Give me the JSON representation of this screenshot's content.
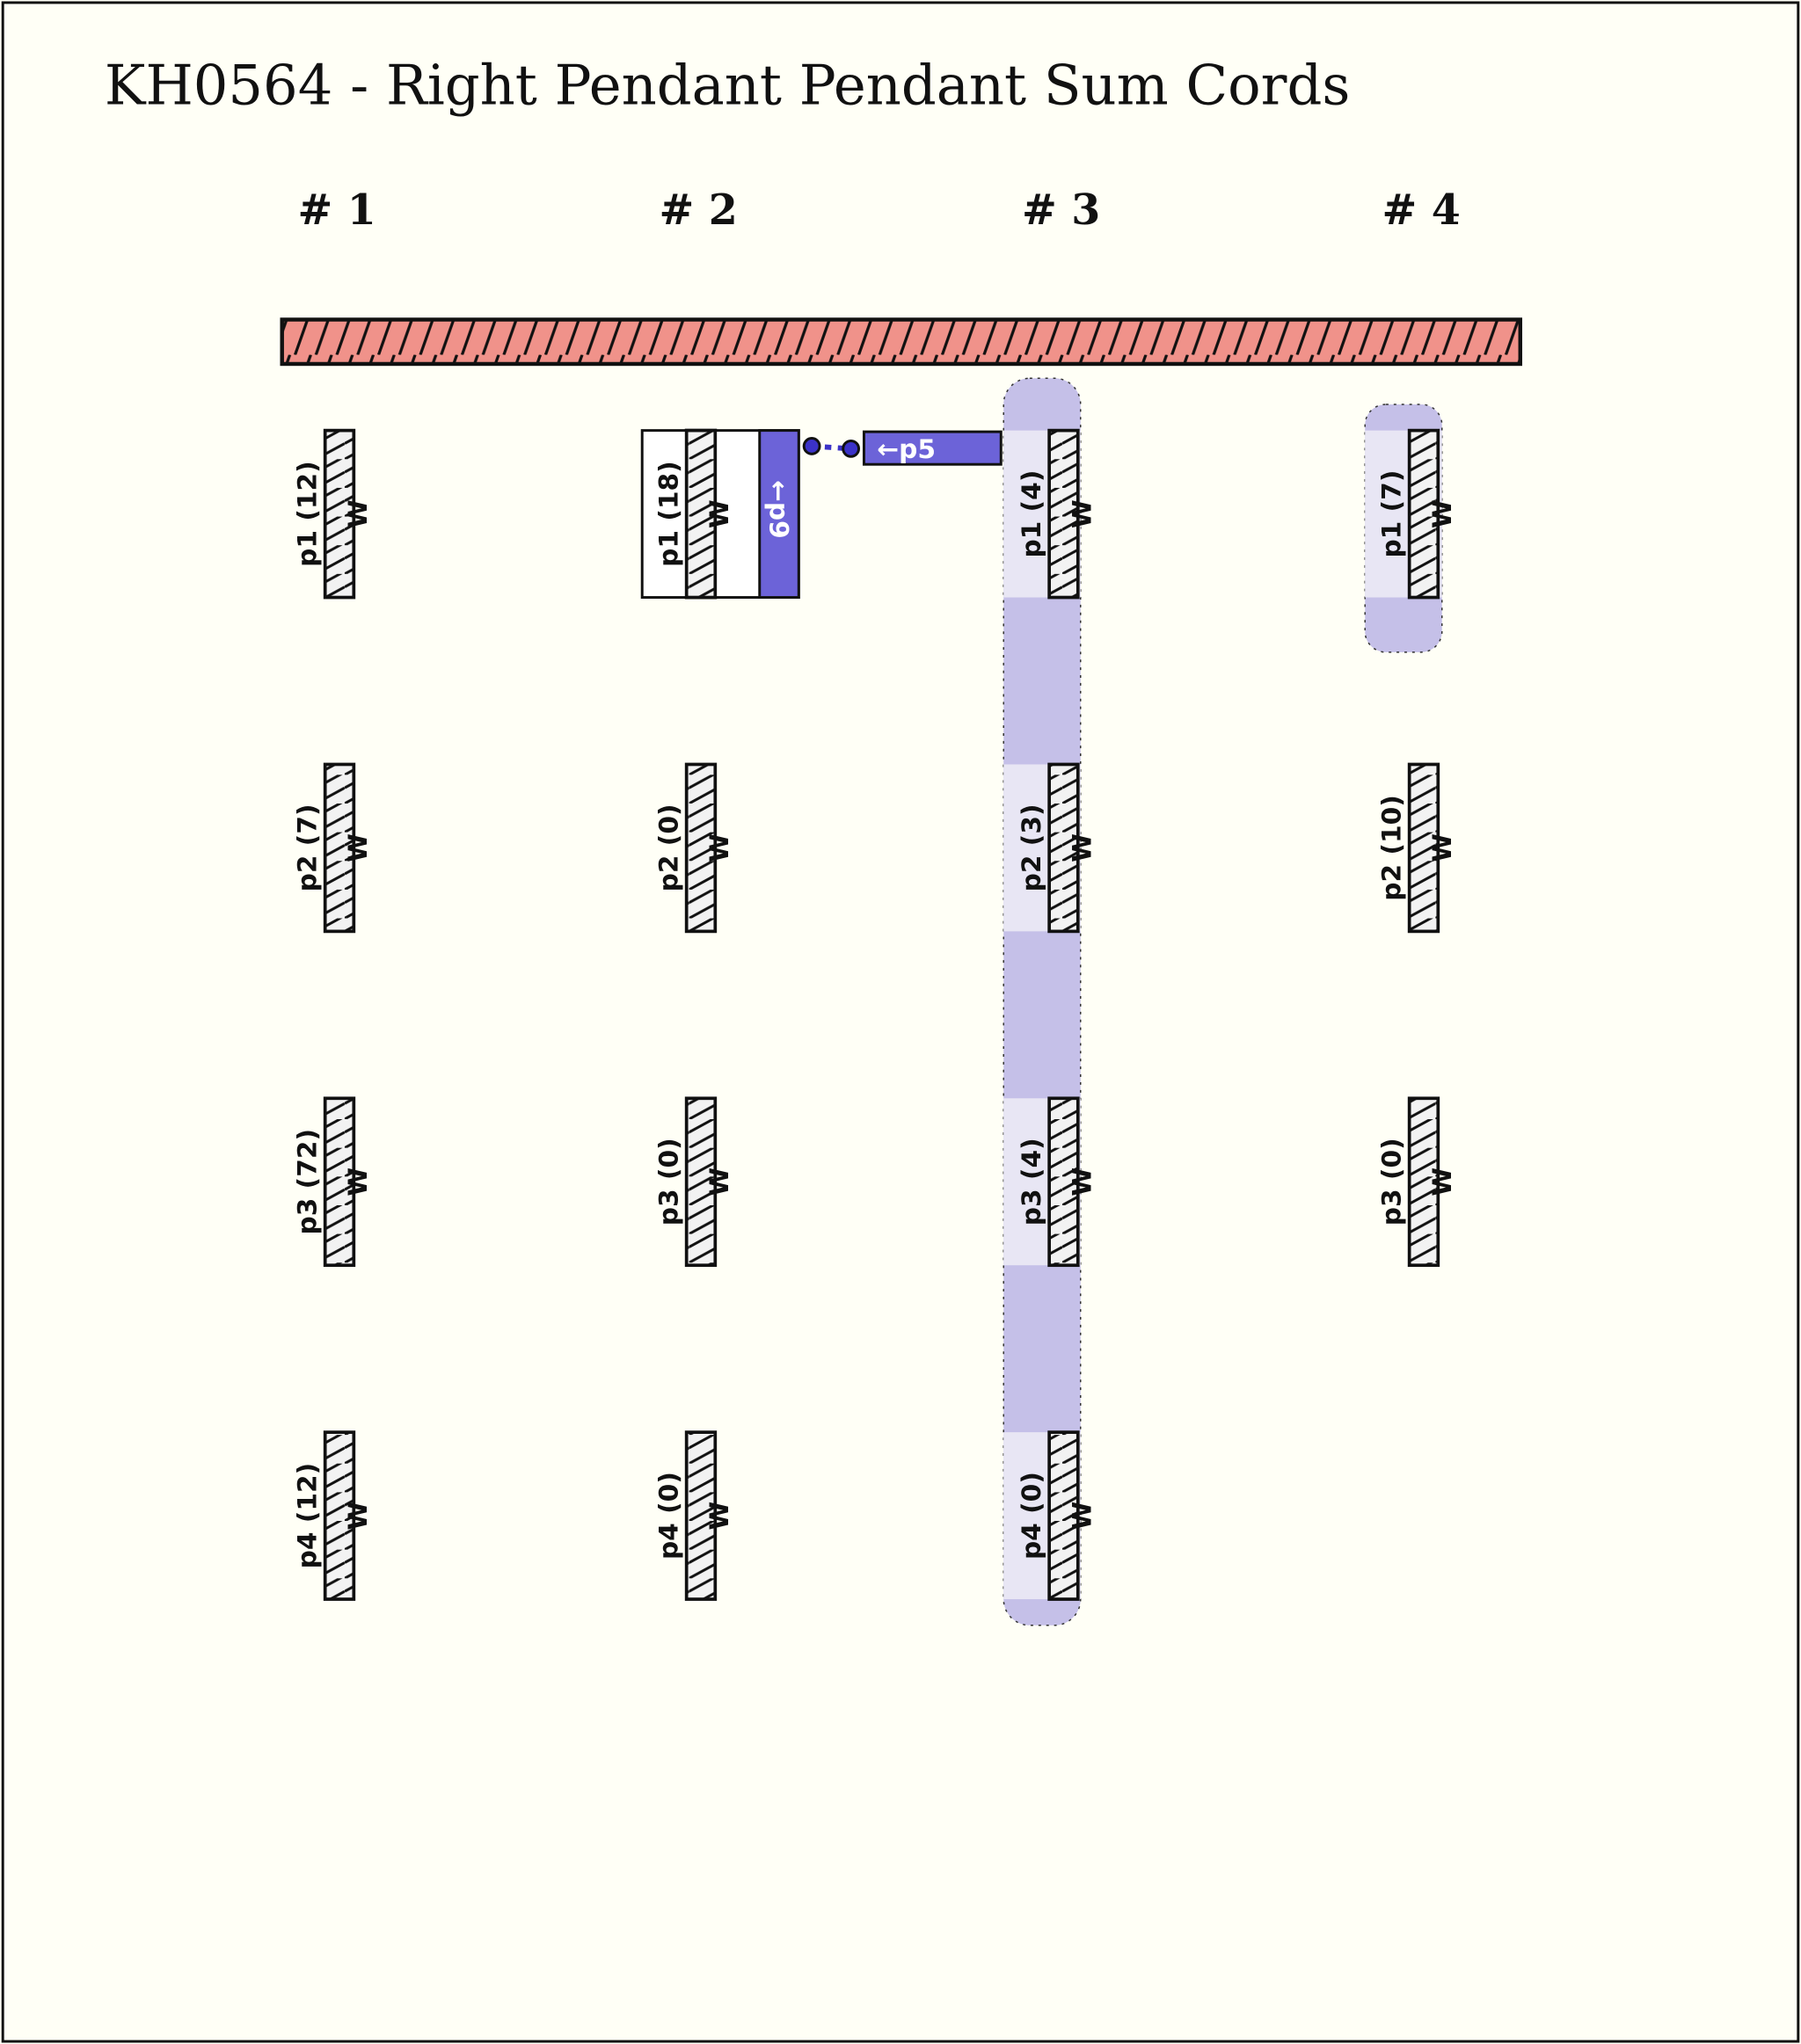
{
  "title": "KH0564 - Right Pendant Pendant Sum Cords",
  "colors": {
    "primary_cord": "#f0928a",
    "highlight": "#c5c0e8",
    "highlight_light": "#e8e6f4",
    "sum_link": "#6c63d8",
    "cord": "#f2f2f2"
  },
  "groups": [
    {
      "label": "# 1",
      "cords": [
        {
          "label": "p1 (12)",
          "color": "W"
        },
        {
          "label": "p2 (7)",
          "color": "W"
        },
        {
          "label": "p3 (72)",
          "color": "W"
        },
        {
          "label": "p4 (12)",
          "color": "W"
        }
      ]
    },
    {
      "label": "# 2",
      "cords": [
        {
          "label": "p1 (18)",
          "color": "W"
        },
        {
          "label": "p2 (0)",
          "color": "W"
        },
        {
          "label": "p3 (0)",
          "color": "W"
        },
        {
          "label": "p4 (0)",
          "color": "W"
        }
      ]
    },
    {
      "label": "# 3",
      "cords": [
        {
          "label": "p1 (4)",
          "color": "W"
        },
        {
          "label": "p2 (3)",
          "color": "W"
        },
        {
          "label": "p3 (4)",
          "color": "W"
        },
        {
          "label": "p4 (0)",
          "color": "W"
        }
      ]
    },
    {
      "label": "# 4",
      "cords": [
        {
          "label": "p1 (7)",
          "color": "W"
        },
        {
          "label": "p2 (10)",
          "color": "W"
        },
        {
          "label": "p3 (0)",
          "color": "W"
        }
      ]
    }
  ],
  "sum_links": {
    "down_label": "←p9",
    "right_label": "←p5"
  }
}
